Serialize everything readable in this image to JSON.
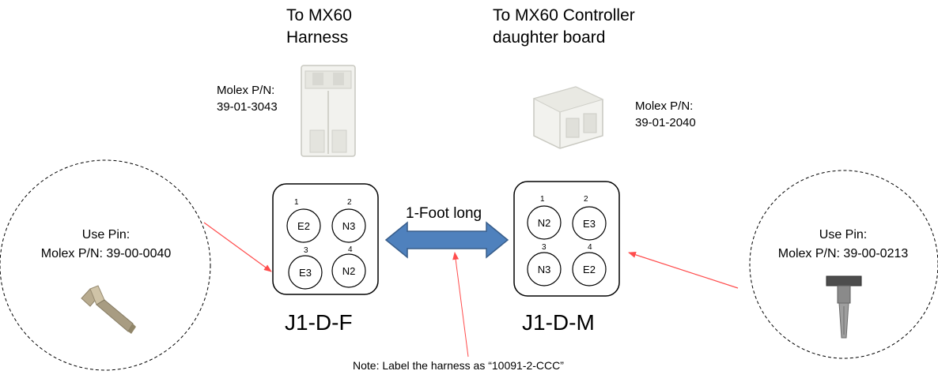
{
  "titles": {
    "left": [
      "To MX60",
      "Harness"
    ],
    "right": [
      "To MX60 Controller",
      "daughter board"
    ]
  },
  "molex_labels": {
    "left": [
      "Molex P/N:",
      "39-01-3043"
    ],
    "right": [
      "Molex P/N:",
      "39-01-2040"
    ]
  },
  "connector_f": {
    "name": "J1-D-F",
    "pins": [
      {
        "number": "1",
        "signal": "E2"
      },
      {
        "number": "2",
        "signal": "N3"
      },
      {
        "number": "3",
        "signal": "E3"
      },
      {
        "number": "4",
        "signal": "N2"
      }
    ]
  },
  "connector_m": {
    "name": "J1-D-M",
    "pins": [
      {
        "number": "1",
        "signal": "N2"
      },
      {
        "number": "2",
        "signal": "E3"
      },
      {
        "number": "3",
        "signal": "N3"
      },
      {
        "number": "4",
        "signal": "E2"
      }
    ]
  },
  "cable": {
    "length_label": "1-Foot long"
  },
  "pin_callouts": {
    "left": [
      "Use Pin:",
      "Molex P/N:  39-00-0040"
    ],
    "right": [
      "Use Pin:",
      "Molex P/N:  39-00-0213"
    ]
  },
  "note": "Note: Label the harness as “10091-2-CCC”",
  "colors": {
    "arrow_fill": "#4f81bd",
    "arrow_stroke": "#385d8a",
    "pointer": "#ff4d4d",
    "part_body": "#f2f2ee"
  }
}
